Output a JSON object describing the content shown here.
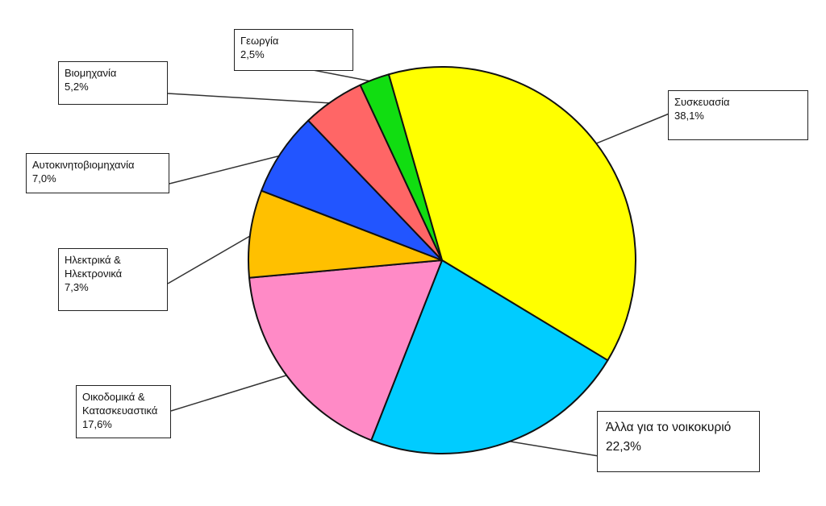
{
  "chart_data": {
    "type": "pie",
    "title": "",
    "start_angle_deg": -106,
    "direction": "clockwise",
    "slices": [
      {
        "label": "Συσκευασία",
        "value": 38.1,
        "value_label": "38,1%",
        "color": "#FFFF00"
      },
      {
        "label": "Άλλα  για το νοικοκυριό",
        "value": 22.3,
        "value_label": "22,3%",
        "color": "#00CCFF"
      },
      {
        "label": "Οικοδομικά & Κατασκευαστικά",
        "value": 17.6,
        "value_label": "17,6%",
        "color": "#FF8AC6"
      },
      {
        "label": "Ηλεκτρικά & Ηλεκτρονικά",
        "value": 7.3,
        "value_label": "7,3%",
        "color": "#FFC000"
      },
      {
        "label": "Αυτοκινητοβιομηχανία",
        "value": 7.0,
        "value_label": "7,0%",
        "color": "#2255FF"
      },
      {
        "label": "Βιομηχανία",
        "value": 5.2,
        "value_label": "5,2%",
        "color": "#FF6666"
      },
      {
        "label": "Γεωργία",
        "value": 2.5,
        "value_label": "2,5%",
        "color": "#11DD11"
      }
    ]
  }
}
